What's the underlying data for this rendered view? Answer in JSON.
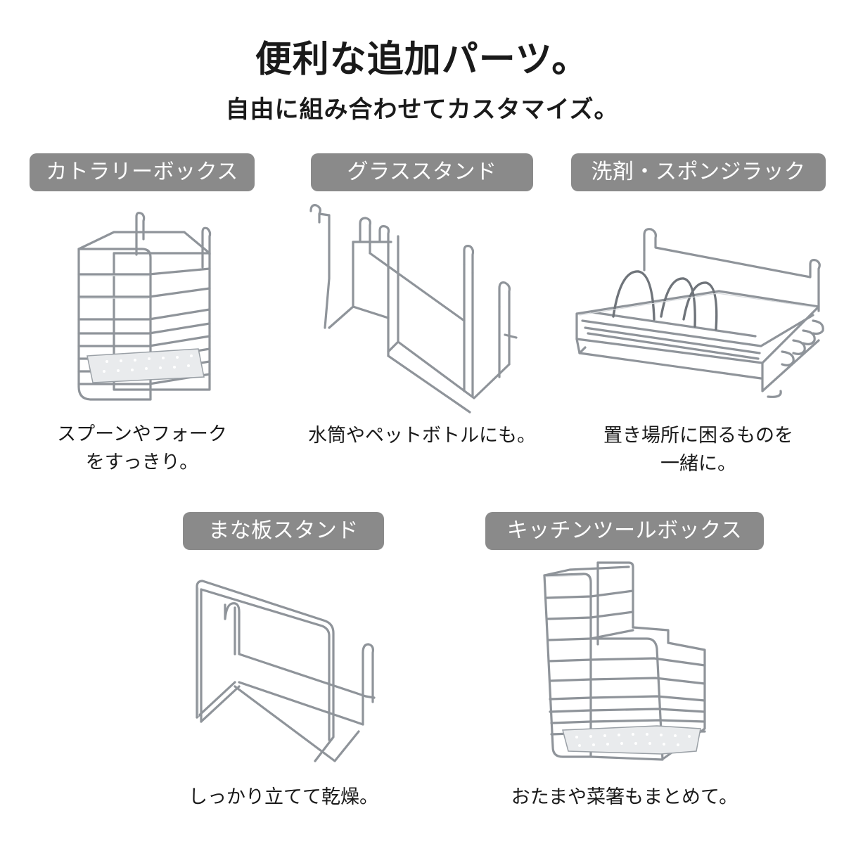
{
  "header": {
    "title": "便利な追加パーツ。",
    "subtitle": "自由に組み合わせてカスタマイズ。"
  },
  "colors": {
    "label_bg": "#8a8a8a",
    "label_text": "#ffffff",
    "text": "#1a1a1a",
    "wire": "#8f949a"
  },
  "parts": [
    {
      "label": "カトラリーボックス",
      "icon": "cutlery-box-illustration",
      "caption": [
        "スプーンやフォーク",
        "をすっきり。"
      ]
    },
    {
      "label": "グラススタンド",
      "icon": "glass-stand-illustration",
      "caption": [
        "水筒やペットボトルにも。"
      ]
    },
    {
      "label": "洗剤・スポンジラック",
      "icon": "detergent-sponge-rack-illustration",
      "caption": [
        "置き場所に困るものを",
        "一緒に。"
      ]
    },
    {
      "label": "まな板スタンド",
      "icon": "cutting-board-stand-illustration",
      "caption": [
        "しっかり立てて乾燥。"
      ]
    },
    {
      "label": "キッチンツールボックス",
      "icon": "kitchen-tool-box-illustration",
      "caption": [
        "おたまや菜箸もまとめて。"
      ]
    }
  ]
}
